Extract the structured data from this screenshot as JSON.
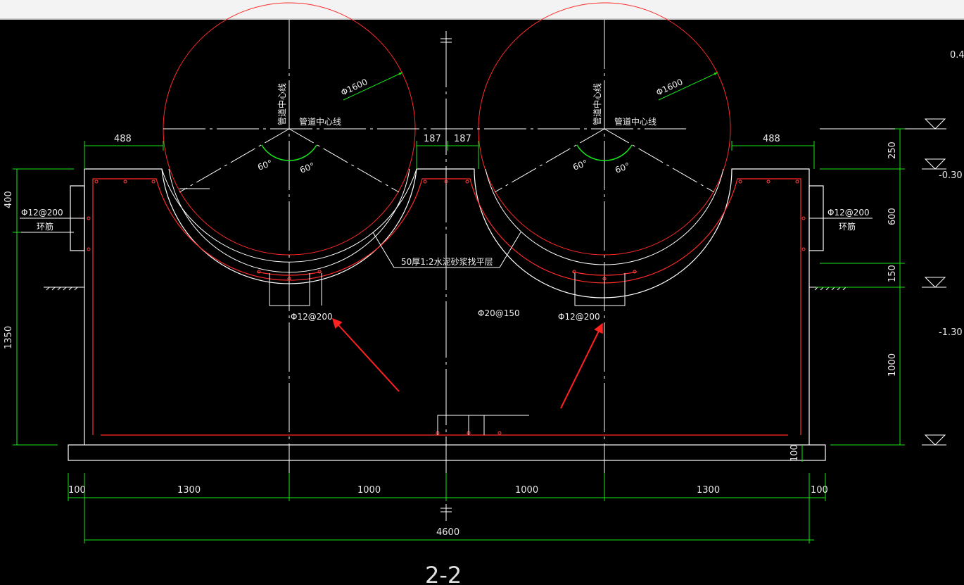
{
  "app": {
    "toolbar": ""
  },
  "drawing": {
    "section_title": "2-2",
    "pipe_left": {
      "diameter_label": "Φ1600",
      "centerline_vertical": "管道中心线",
      "centerline_horizontal": "管道中心线",
      "angle_left": "60°",
      "angle_right": "60°",
      "rebar_label": "Φ12@200"
    },
    "pipe_right": {
      "diameter_label": "Φ1600",
      "centerline_vertical": "管道中心线",
      "centerline_horizontal": "管道中心线",
      "angle_left": "60°",
      "angle_right": "60°",
      "rebar_label": "Φ12@200"
    },
    "mortar_layer_label": "50厚1:2水泥砂浆找平层",
    "main_rebar_label": "Φ20@150",
    "side_left": {
      "rebar": "Φ12@200",
      "ring": "环筋"
    },
    "side_right": {
      "rebar": "Φ12@200",
      "ring": "环筋"
    },
    "top_dims": {
      "left": "488",
      "mid_left": "187",
      "mid_right": "187",
      "right": "488"
    },
    "left_dims": {
      "upper": "400",
      "lower": "1350"
    },
    "right_dims": {
      "d250": "250",
      "d600": "600",
      "d150": "150",
      "d1000": "1000",
      "d100": "100"
    },
    "elevations": {
      "top": "0.4",
      "mid": "-0.30",
      "low": "-1.30"
    },
    "bottom_dims": {
      "b1": "100",
      "b2": "1300",
      "b3": "1000",
      "b4": "1000",
      "b5": "1300",
      "b6": "100",
      "total": "4600"
    },
    "colors": {
      "background": "#000000",
      "structure": "#ffffff",
      "rebar": "#ff2a2a",
      "dimension": "#19e619",
      "arrow": "#ff2020",
      "centerline": "#ffffff"
    }
  }
}
